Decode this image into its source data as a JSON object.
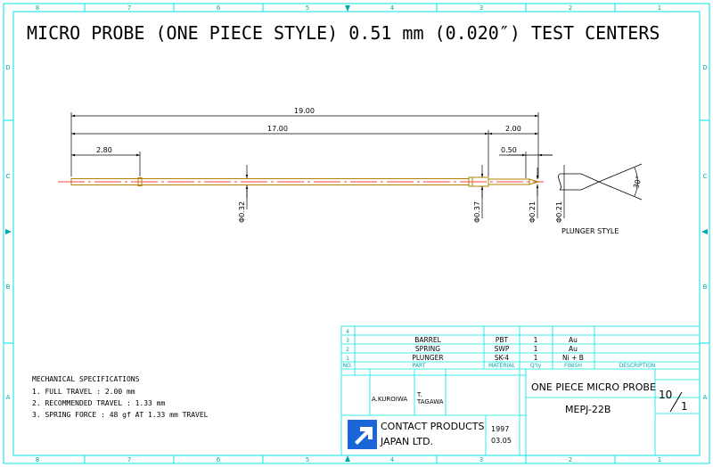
{
  "title": "MICRO PROBE (ONE PIECE STYLE) 0.51 mm (0.020″) TEST CENTERS",
  "border": {
    "columns_top": [
      "8",
      "7",
      "6",
      "5",
      "4",
      "3",
      "2",
      "1"
    ],
    "columns_bottom": [
      "8",
      "7",
      "6",
      "5",
      "4",
      "3",
      "2",
      "1"
    ],
    "rows_left": [
      "D",
      "C",
      "B",
      "A"
    ],
    "rows_right": [
      "D",
      "C",
      "B",
      "A"
    ]
  },
  "dimensions": {
    "overall": "19.00",
    "to_tip_start": "17.00",
    "left_segment": "2.80",
    "right_segment": "2.00",
    "tip_length": "0.50",
    "barrel_dia": "Φ0.32",
    "collar_dia": "Φ0.37",
    "plunger_dia": "Φ0.21",
    "detail_dia": "Φ0.21",
    "tip_angle": "30°"
  },
  "plunger_style_label": "PLUNGER STYLE",
  "specs": {
    "heading": "MECHANICAL SPECIFICATIONS",
    "items": [
      "1. FULL TRAVEL         : 2.00 mm",
      "2. RECOMMENDED TRAVEL : 1.33 mm",
      "3. SPRING FORCE        : 48 gf  AT 1.33 mm TRAVEL"
    ]
  },
  "title_block": {
    "parts": [
      {
        "no": "4",
        "part": "",
        "material": "",
        "qty": "",
        "finish": "",
        "description": ""
      },
      {
        "no": "3",
        "part": "BARREL",
        "material": "PBT",
        "qty": "1",
        "finish": "Au",
        "description": ""
      },
      {
        "no": "2",
        "part": "SPRING",
        "material": "SWP",
        "qty": "1",
        "finish": "Au",
        "description": ""
      },
      {
        "no": "1",
        "part": "PLUNGER",
        "material": "SK-4",
        "qty": "1",
        "finish": "Ni + B",
        "description": ""
      }
    ],
    "headers": {
      "no": "NO.",
      "part": "PART",
      "material": "MATERIAL",
      "qty": "Q'ty",
      "finish": "FINISH",
      "description": "DESCRIPTION"
    },
    "drawn_by": "A.KUROIWA",
    "checked_by": "T.\nTAGAWA",
    "drawing_title": "ONE PIECE MICRO PROBE",
    "drawing_no": "MEPJ-22B",
    "scale_num": "10",
    "scale_den": "1",
    "company_line1": "CONTACT PRODUCTS",
    "company_line2": "JAPAN LTD.",
    "year": "1997",
    "date": "03.05"
  },
  "colors": {
    "frame": "#00e5e5",
    "ink": "#000000",
    "probe": "#b08000",
    "centerline": "#ff0000",
    "logo": "#1a66d9"
  }
}
